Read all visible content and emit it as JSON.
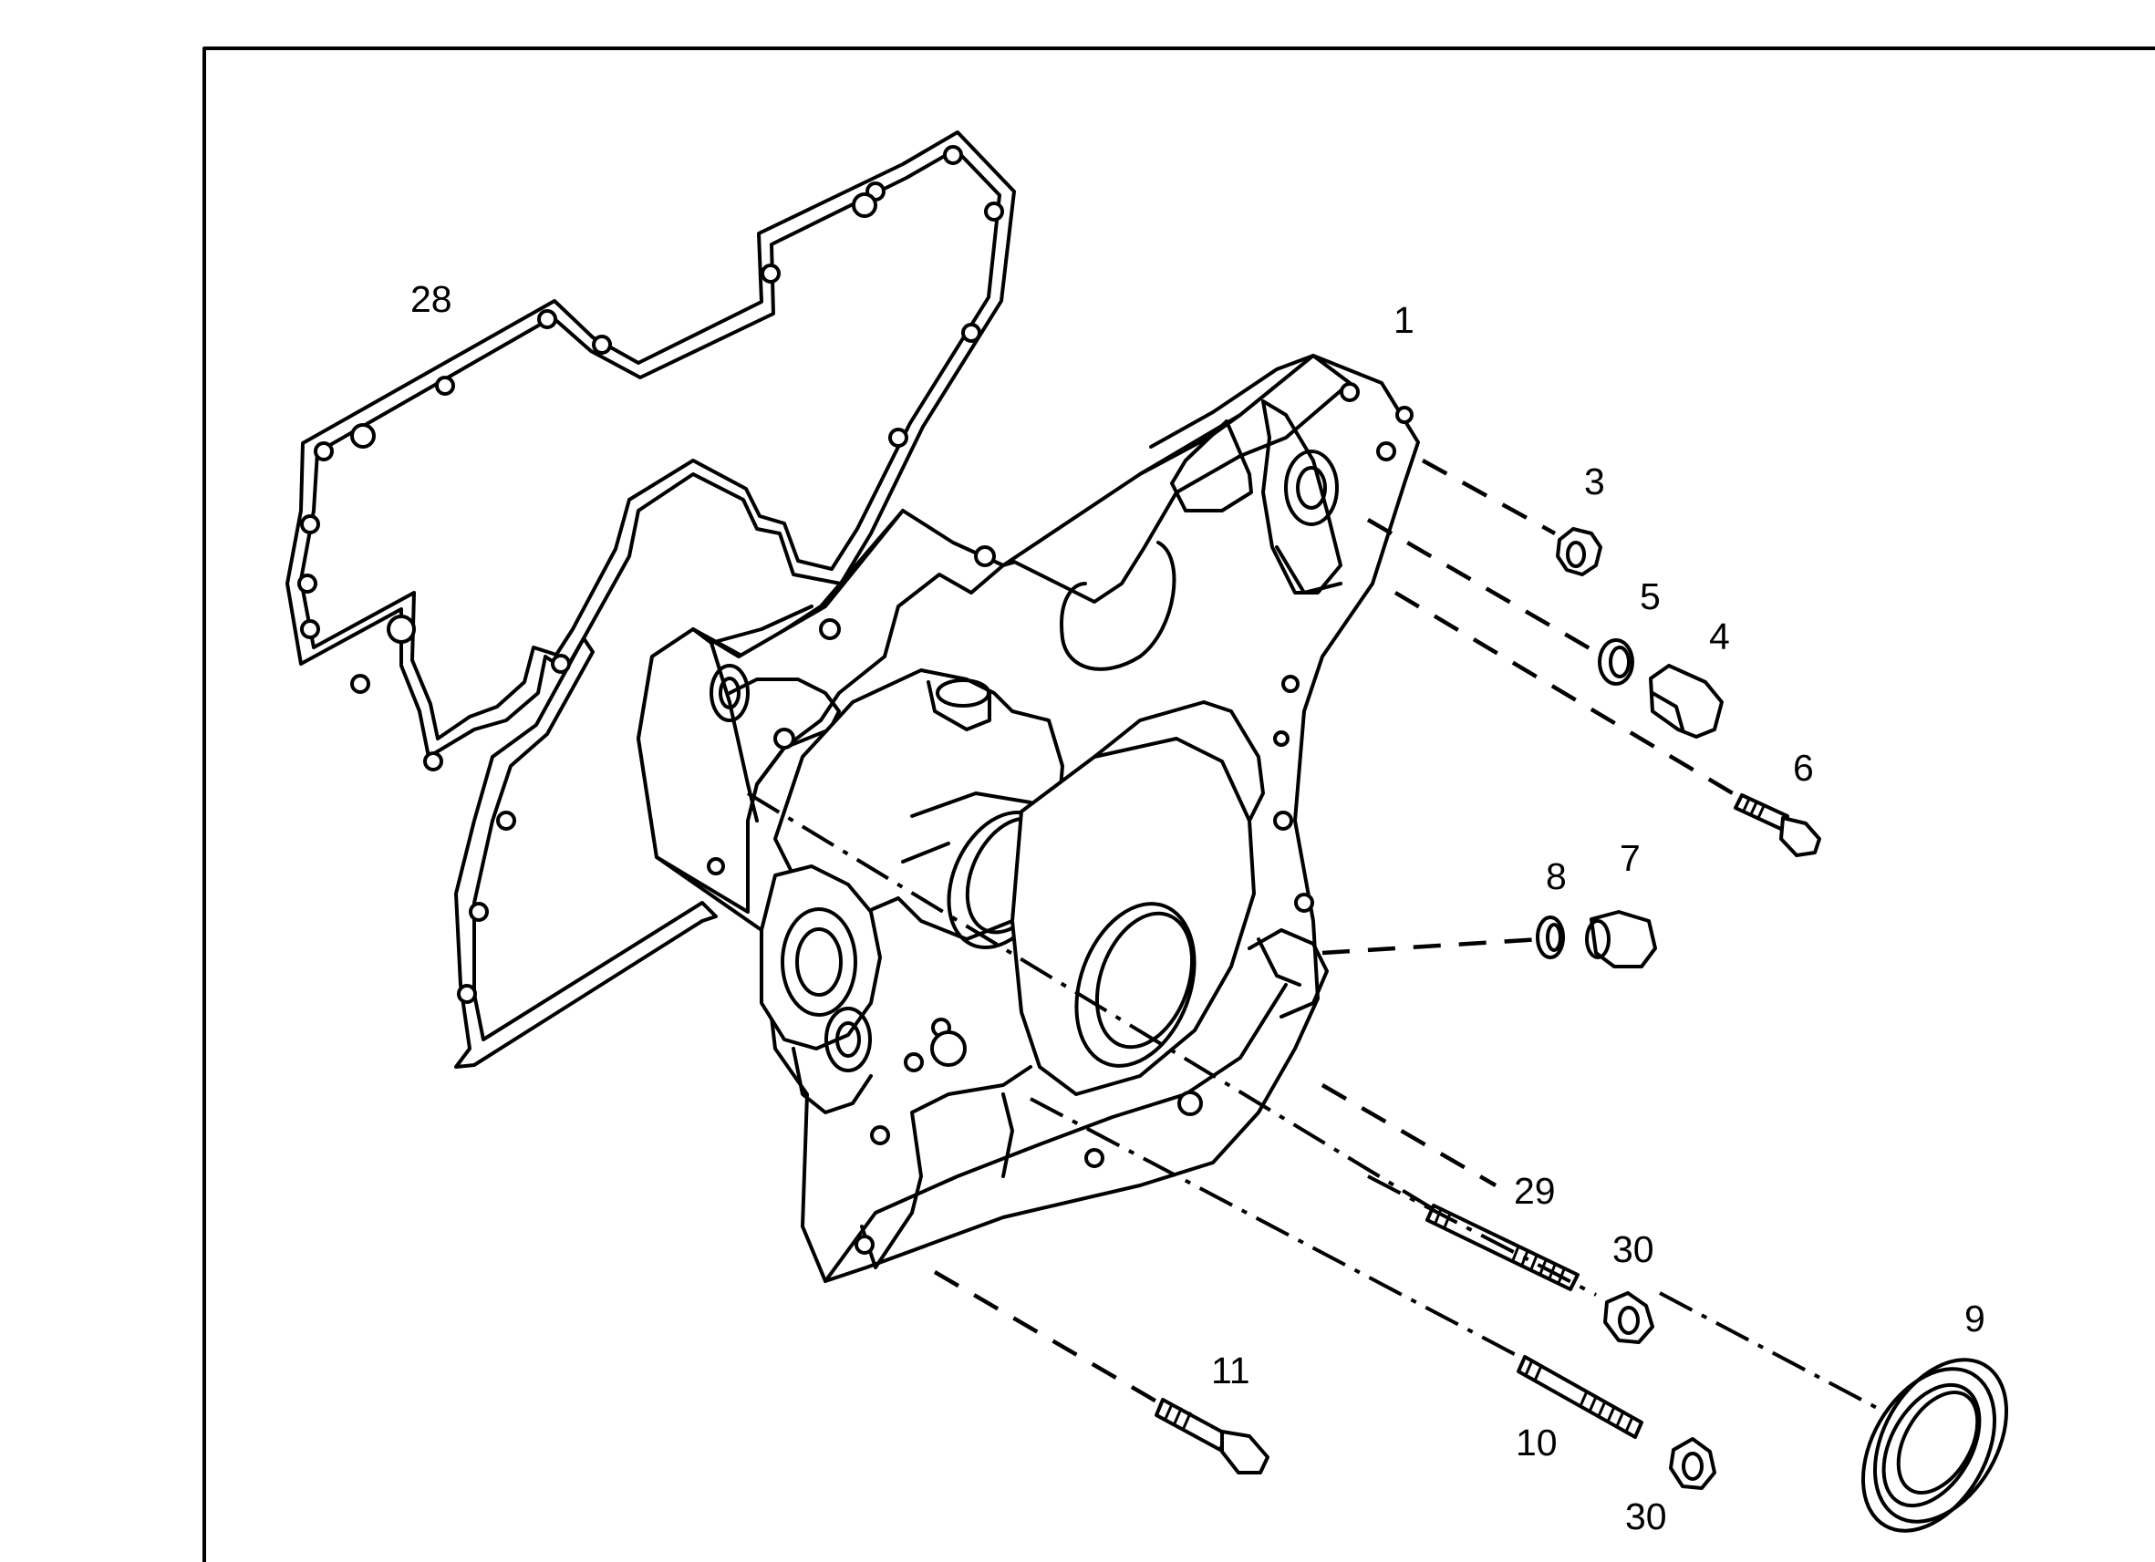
{
  "colors": {
    "ink": "#000000",
    "paper": "#ffffff"
  },
  "callouts": [
    {
      "id": "c28",
      "text": "28"
    },
    {
      "id": "c1",
      "text": "1"
    },
    {
      "id": "c3",
      "text": "3"
    },
    {
      "id": "c5",
      "text": "5"
    },
    {
      "id": "c4",
      "text": "4"
    },
    {
      "id": "c6",
      "text": "6"
    },
    {
      "id": "c8",
      "text": "8"
    },
    {
      "id": "c7",
      "text": "7"
    },
    {
      "id": "c29",
      "text": "29"
    },
    {
      "id": "c30a",
      "text": "30"
    },
    {
      "id": "c9",
      "text": "9"
    },
    {
      "id": "c11",
      "text": "11"
    },
    {
      "id": "c10",
      "text": "10"
    },
    {
      "id": "c30b",
      "text": "30"
    }
  ]
}
